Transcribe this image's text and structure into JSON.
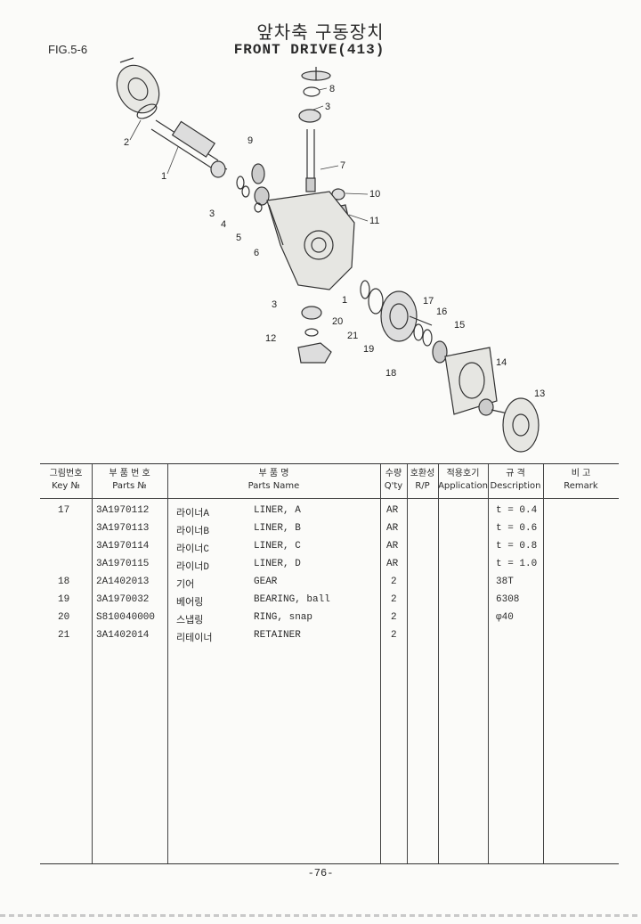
{
  "header": {
    "title_kr": "앞차축 구동장치",
    "title_en": "FRONT DRIVE(413)",
    "fig_label": "FIG.5-6"
  },
  "diagram": {
    "callouts": [
      "8",
      "3",
      "9",
      "7",
      "2",
      "1",
      "10",
      "11",
      "3",
      "4",
      "5",
      "6",
      "1",
      "17",
      "16",
      "15",
      "3",
      "20",
      "21",
      "19",
      "12",
      "18",
      "14",
      "13"
    ]
  },
  "table": {
    "headers": {
      "key_kr": "그림번호",
      "key_en": "Key №",
      "partno_kr": "부 품 번 호",
      "partno_en": "Parts №",
      "name_kr": "부     품     명",
      "name_en": "Parts    Name",
      "qty_kr": "수량",
      "qty_en": "Q'ty",
      "rp_kr": "호환성",
      "rp_en": "R/P",
      "app_kr": "적용호기",
      "app_en": "Application",
      "desc_kr": "규   격",
      "desc_en": "Description",
      "remark_kr": "비       고",
      "remark_en": "Remark"
    },
    "rows": [
      {
        "key": "17",
        "part_no": "3A1970112",
        "name_kr": "라이너A",
        "name_en": "LINER, A",
        "qty": "AR",
        "desc": "t = 0.4"
      },
      {
        "key": "",
        "part_no": "3A1970113",
        "name_kr": "라이너B",
        "name_en": "LINER, B",
        "qty": "AR",
        "desc": "t = 0.6"
      },
      {
        "key": "",
        "part_no": "3A1970114",
        "name_kr": "라이너C",
        "name_en": "LINER, C",
        "qty": "AR",
        "desc": "t = 0.8"
      },
      {
        "key": "",
        "part_no": "3A1970115",
        "name_kr": "라이너D",
        "name_en": "LINER, D",
        "qty": "AR",
        "desc": "t = 1.0"
      },
      {
        "key": "18",
        "part_no": "2A1402013",
        "name_kr": "기어",
        "name_en": "GEAR",
        "qty": "2",
        "desc": "38T"
      },
      {
        "key": "19",
        "part_no": "3A1970032",
        "name_kr": "베어링",
        "name_en": "BEARING, ball",
        "qty": "2",
        "desc": "6308"
      },
      {
        "key": "20",
        "part_no": "S810040000",
        "name_kr": "스냅링",
        "name_en": "RING, snap",
        "qty": "2",
        "desc": "φ40"
      },
      {
        "key": "21",
        "part_no": "3A1402014",
        "name_kr": "리테이너",
        "name_en": "RETAINER",
        "qty": "2",
        "desc": ""
      }
    ]
  },
  "footer": {
    "page": "-76-"
  }
}
